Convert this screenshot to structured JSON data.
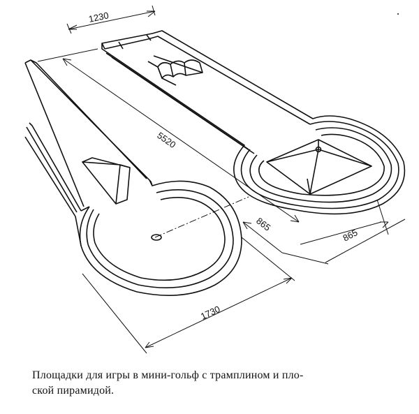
{
  "figure": {
    "dimensions": {
      "top_width": "1230",
      "overall_length": "5520",
      "pyramid_offset_a": "865",
      "pyramid_offset_b": "865",
      "circle_diameter": "1730"
    }
  },
  "caption": {
    "line1": "Площадки для игры в мини-гольф с трамплином и пло-",
    "line2": "ской  пирамидой."
  },
  "colors": {
    "ink": "#111111",
    "paper": "#ffffff"
  }
}
